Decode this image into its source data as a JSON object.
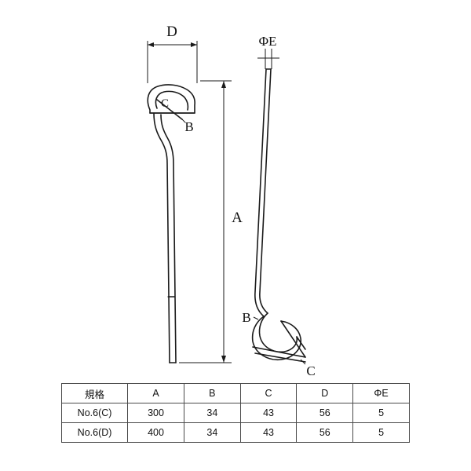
{
  "diagram": {
    "title": "",
    "labels": {
      "left_d": "D",
      "left_c": "C",
      "left_b": "B",
      "left_a": "A",
      "right_phi_e": "ΦE",
      "right_b": "B",
      "right_c": "C"
    },
    "icon_names": {
      "left_view": "hook-bolt-left-view",
      "right_view": "hook-bolt-right-view"
    }
  },
  "table": {
    "headers": [
      "規格",
      "A",
      "B",
      "C",
      "D",
      "ΦE"
    ],
    "rows": [
      {
        "cells": [
          "No.6(C)",
          "300",
          "34",
          "43",
          "56",
          "5"
        ]
      },
      {
        "cells": [
          "No.6(D)",
          "400",
          "34",
          "43",
          "56",
          "5"
        ]
      }
    ]
  },
  "colors": {
    "line": "#1a1a1a",
    "text": "#111111",
    "border": "#4a4a4a",
    "background": "#ffffff"
  }
}
